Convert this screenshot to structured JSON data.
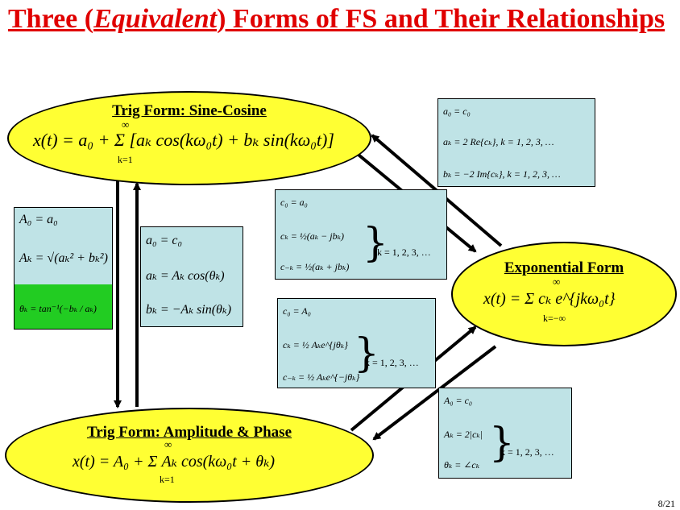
{
  "title": {
    "part1": "Three (",
    "italic": "Equivalent",
    "part2": ") Forms of FS and Their Relationships"
  },
  "sine_cosine": {
    "heading": "Trig Form: Sine-Cosine",
    "equation": "x(t) = a₀ + Σ [aₖ cos(kω₀t) + bₖ sin(kω₀t)]",
    "sum_upper": "∞",
    "sum_lower": "k=1"
  },
  "amp_phase": {
    "heading": "Trig Form: Amplitude & Phase",
    "equation": "x(t) = A₀ + Σ Aₖ cos(kω₀t + θₖ)",
    "sum_upper": "∞",
    "sum_lower": "k=1"
  },
  "exponential": {
    "heading": "Exponential Form",
    "equation": "x(t) = Σ cₖ e^{jkω₀t}",
    "sum_upper": "∞",
    "sum_lower": "k=−∞"
  },
  "box_a_to_A": {
    "lines": [
      "A₀ = a₀",
      "Aₖ = √(aₖ² + bₖ²)",
      "θₖ = tan⁻¹(−bₖ / aₖ)"
    ],
    "highlight_color": "#22cc22"
  },
  "box_A_to_a": {
    "lines": [
      "a₀ = c₀",
      "aₖ = Aₖ cos(θₖ)",
      "bₖ = −Aₖ sin(θₖ)"
    ]
  },
  "box_c_to_a": {
    "lines": [
      "a₀ = c₀",
      "aₖ = 2 Re{cₖ},  k = 1, 2, 3, …",
      "bₖ = −2 Im{cₖ},  k = 1, 2, 3, …"
    ]
  },
  "box_a_to_c": {
    "lines": [
      "c₀ = a₀",
      "cₖ = ½(aₖ − jbₖ)",
      "c₋ₖ = ½(aₖ + jbₖ)"
    ],
    "k_range": "k = 1, 2, 3, …"
  },
  "box_A_to_c": {
    "lines": [
      "c₀ = A₀",
      "cₖ = ½ Aₖe^{jθₖ}",
      "c₋ₖ = ½ Aₖe^{−jθₖ}"
    ],
    "k_range": "k = 1, 2, 3, …"
  },
  "box_c_to_A": {
    "lines": [
      "A₀ = c₀",
      "Aₖ = 2|cₖ|",
      "θₖ = ∠cₖ"
    ],
    "k_range": "k = 1, 2, 3, …"
  },
  "page_number": "8/21",
  "colors": {
    "title": "#e00000",
    "ellipse_fill": "#ffff33",
    "box_fill": "#bfe3e6",
    "green": "#22cc22"
  }
}
